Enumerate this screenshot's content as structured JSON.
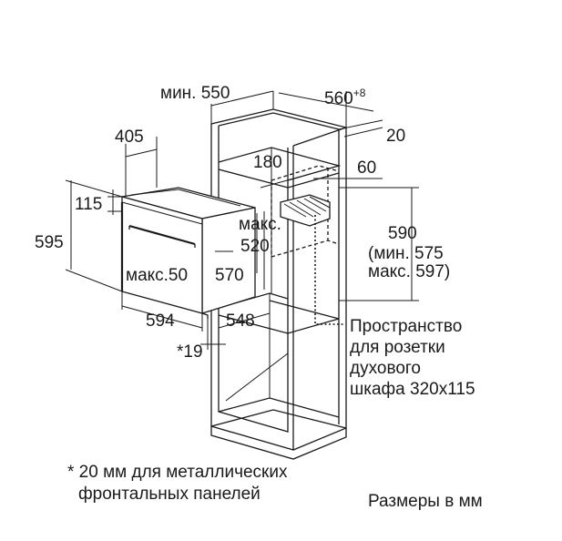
{
  "dimensions": {
    "min_550": "мин. 550",
    "d560": "560",
    "d560_sup": "+8",
    "d20": "20",
    "d405": "405",
    "d180": "180",
    "d60": "60",
    "d115": "115",
    "d595": "595",
    "max_520_a": "макс.",
    "max_520_b": "520",
    "d590": "590",
    "min_575": "(мин. 575",
    "max_597": "макс. 597)",
    "max_50": "макс.50",
    "d570": "570",
    "d594": "594",
    "d548": "548",
    "d19": "*19"
  },
  "socket_note": {
    "line1": "Пространство",
    "line2": "для розетки",
    "line3": "духового",
    "line4": "шкафа 320x115"
  },
  "footnote": {
    "line1": "* 20 мм для металлических",
    "line2": "фронтальных панелей"
  },
  "units_note": "Размеры в мм"
}
